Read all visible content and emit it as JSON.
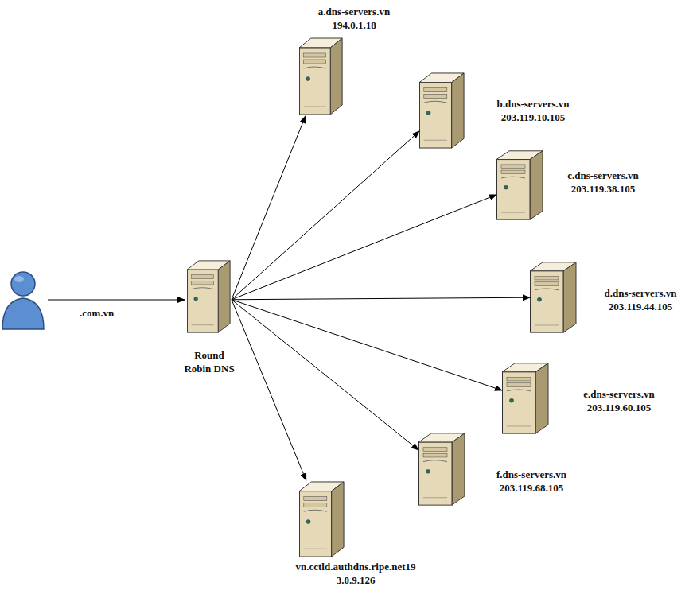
{
  "diagram": {
    "nodes": [
      {
        "text": [
          "Round Robin DNS"
        ]
      },
      {
        "text": [
          "a.dns-servers.vn",
          "194.0.1.18"
        ]
      },
      {
        "text": [
          "b.dns-servers.vn",
          "203.119.10.105"
        ]
      },
      {
        "text": [
          "c.dns-servers.vn",
          "203.119.38.105"
        ]
      },
      {
        "text": [
          "d.dns-servers.vn",
          "203.119.44.105"
        ]
      },
      {
        "text": [
          "e.dns-servers.vn",
          "203.119.60.105"
        ]
      },
      {
        "text": [
          "f.dns-servers.vn",
          "203.119.68.105"
        ]
      },
      {
        "text": [
          "vn.cctld.authdns.ripe.net19",
          "3.0.9.126"
        ]
      }
    ],
    "edges": [
      {
        "from": 0,
        "to": 1,
        "arrow": "to"
      },
      {
        "from": 0,
        "to": 2,
        "arrow": "to"
      },
      {
        "from": 0,
        "to": 3,
        "arrow": "to"
      },
      {
        "from": 0,
        "to": 4,
        "arrow": "to"
      },
      {
        "from": 0,
        "to": 5,
        "arrow": "to"
      },
      {
        "from": 0,
        "to": 6,
        "arrow": "to"
      },
      {
        "from": 0,
        "to": 7,
        "arrow": "to"
      }
    ],
    "labels": [
      ".com.vn"
    ]
  }
}
